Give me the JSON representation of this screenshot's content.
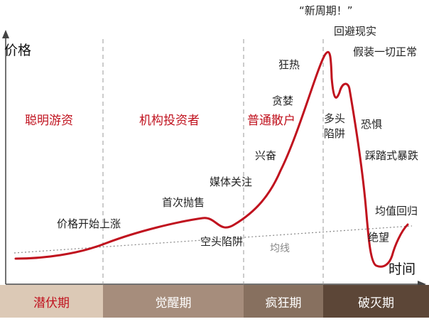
{
  "axes": {
    "y_label": "价格",
    "x_label": "时间"
  },
  "investor_groups": [
    "聪明游资",
    "机构投资者",
    "普通散户"
  ],
  "annotations": {
    "new_paradigm": "“新周期！”",
    "denial": "回避现实",
    "return_to_normal": "假装一切正常",
    "mania": "狂热",
    "greed": "贪婪",
    "bull_trap": "多头\n陷阱",
    "fear": "恐惧",
    "enthusiasm": "兴奋",
    "capitulation": "踩踏式暴跌",
    "media_attention": "媒体关注",
    "first_sell_off": "首次抛售",
    "prices_begin_rising": "价格开始上涨",
    "bear_trap": "空头陷阱",
    "return_to_mean": "均值回归",
    "despair": "绝望",
    "mean": "均线"
  },
  "phases": [
    {
      "label": "潜伏期",
      "color": "#dcc9b6",
      "text_color": "#c0121e"
    },
    {
      "label": "觉醒期",
      "color": "#a68d7c",
      "text_color": "#ffffff"
    },
    {
      "label": "疯狂期",
      "color": "#87705f",
      "text_color": "#ffffff"
    },
    {
      "label": "破灭期",
      "color": "#5c4637",
      "text_color": "#ffffff"
    }
  ],
  "colors": {
    "curve": "#c0121e",
    "axis": "#444444",
    "divider": "#999999",
    "trend": "#888888"
  }
}
